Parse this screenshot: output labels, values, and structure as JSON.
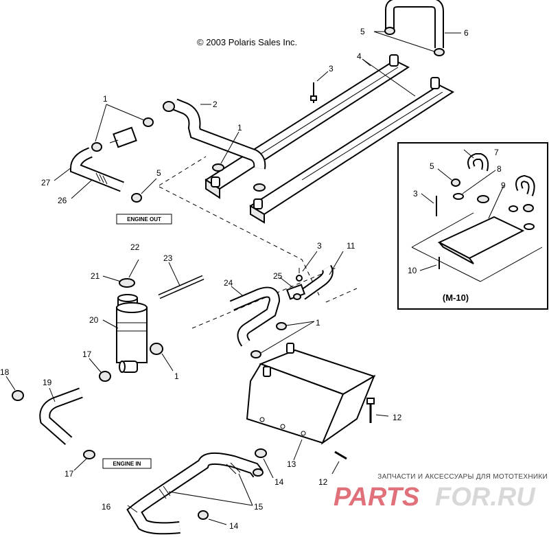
{
  "copyright": "© 2003 Polaris Sales Inc.",
  "tags": {
    "engine_out": "ENGINE OUT",
    "engine_in": "ENGINE IN"
  },
  "inset": {
    "title": "(M-10)"
  },
  "callouts": {
    "c1a": "1",
    "c1b": "1",
    "c1c": "1",
    "c1d": "1",
    "c2": "2",
    "c3a": "3",
    "c3b": "3",
    "c3c": "3",
    "c4": "4",
    "c5a": "5",
    "c5b": "5",
    "c5c": "5",
    "c6": "6",
    "c7": "7",
    "c8": "8",
    "c9": "9",
    "c10": "10",
    "c11": "11",
    "c12a": "12",
    "c12b": "12",
    "c13": "13",
    "c14a": "14",
    "c14b": "14",
    "c15": "15",
    "c16": "16",
    "c17a": "17",
    "c17b": "17",
    "c18": "18",
    "c19": "19",
    "c20": "20",
    "c21": "21",
    "c22": "22",
    "c23": "23",
    "c24": "24",
    "c25": "25",
    "c26": "26",
    "c27": "27"
  },
  "watermark": {
    "caption": "ЗАПЧАСТИ И АКСЕССУАРЫ ДЛЯ МОТОТЕХНИКИ",
    "brand_left": "PARTS",
    "brand_right": "FOR.RU",
    "color_left": "#e0707a",
    "color_right": "#d8d8d8"
  }
}
